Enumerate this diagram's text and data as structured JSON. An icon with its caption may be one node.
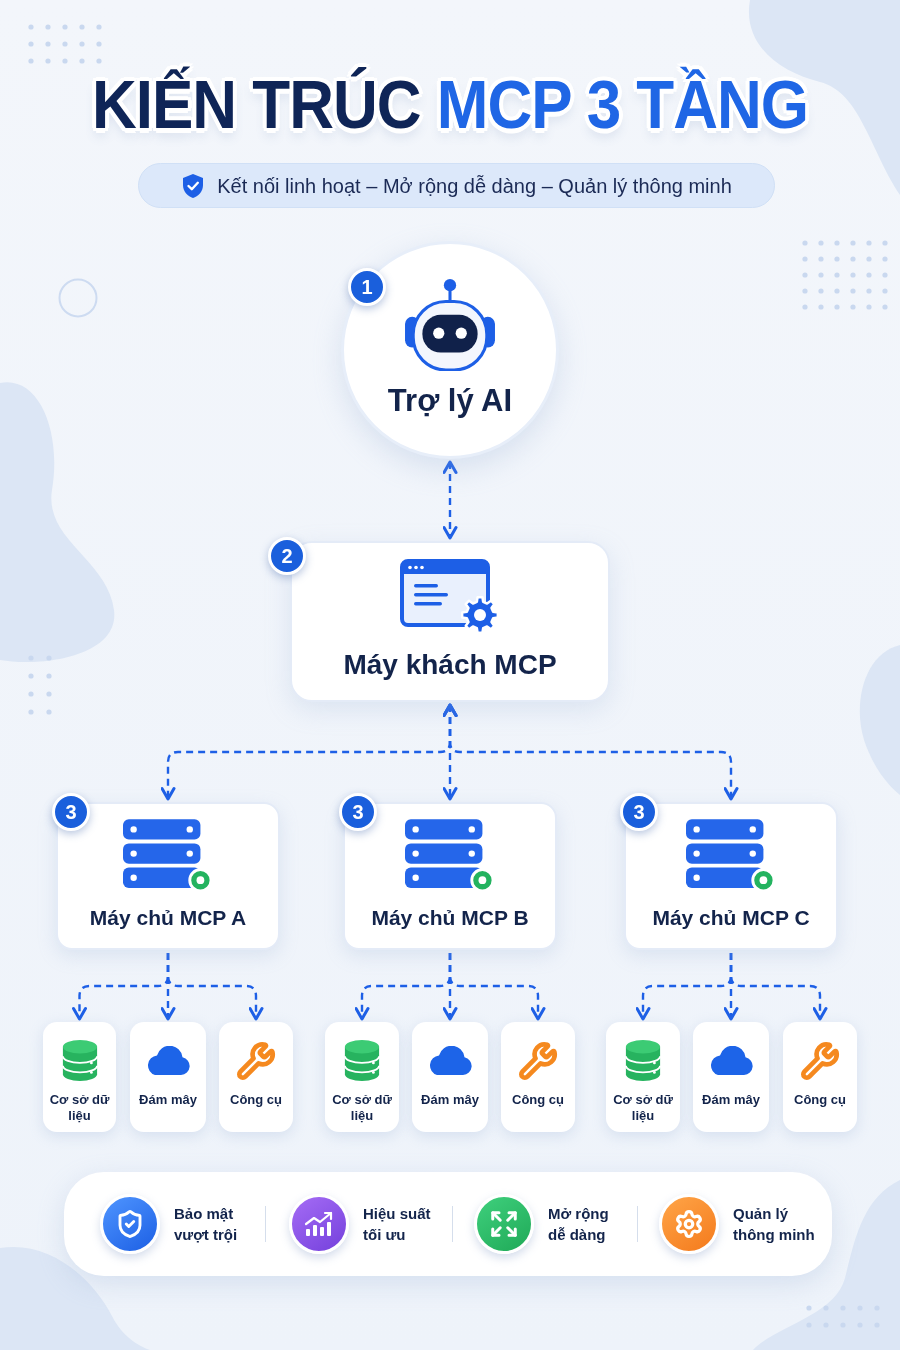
{
  "diagram": {
    "title": "KIẾN TRÚC MCP 3 TẦNG",
    "nodes": [
      {
        "text": [
          "Kết nối linh hoạt – Mở rộng dễ dàng – Quản lý thông minh"
        ]
      },
      {
        "text": [
          "1",
          "Trợ lý AI"
        ]
      },
      {
        "text": [
          "2",
          "Máy khách MCP"
        ]
      },
      {
        "text": [
          "3",
          "Máy chủ MCP A"
        ]
      },
      {
        "text": [
          "3",
          "Máy chủ MCP B"
        ]
      },
      {
        "text": [
          "3",
          "Máy chủ MCP C"
        ]
      },
      {
        "text": [
          "Cơ sở dữ liệu"
        ]
      },
      {
        "text": [
          "Đám mây"
        ]
      },
      {
        "text": [
          "Công cụ"
        ]
      },
      {
        "text": [
          "Cơ sở dữ liệu"
        ]
      },
      {
        "text": [
          "Đám mây"
        ]
      },
      {
        "text": [
          "Công cụ"
        ]
      },
      {
        "text": [
          "Cơ sở dữ liệu"
        ]
      },
      {
        "text": [
          "Đám mây"
        ]
      },
      {
        "text": [
          "Công cụ"
        ]
      },
      {
        "text": [
          "Bảo mật vượt trội",
          "Hiệu suất tối ưu",
          "Mở rộng dễ dàng",
          "Quản lý thông minh"
        ]
      }
    ],
    "edges": [
      {
        "from": 1,
        "to": 2,
        "arrow": "both",
        "style": "dashed"
      },
      {
        "from": 2,
        "to": 3,
        "arrow": "both",
        "style": "dashed"
      },
      {
        "from": 2,
        "to": 4,
        "arrow": "both",
        "style": "dashed"
      },
      {
        "from": 2,
        "to": 5,
        "arrow": "both",
        "style": "dashed"
      },
      {
        "from": 3,
        "to": 6,
        "arrow": "to",
        "style": "dashed"
      },
      {
        "from": 3,
        "to": 7,
        "arrow": "to",
        "style": "dashed"
      },
      {
        "from": 3,
        "to": 8,
        "arrow": "to",
        "style": "dashed"
      },
      {
        "from": 4,
        "to": 9,
        "arrow": "to",
        "style": "dashed"
      },
      {
        "from": 4,
        "to": 10,
        "arrow": "to",
        "style": "dashed"
      },
      {
        "from": 4,
        "to": 11,
        "arrow": "to",
        "style": "dashed"
      },
      {
        "from": 5,
        "to": 12,
        "arrow": "to",
        "style": "dashed"
      },
      {
        "from": 5,
        "to": 13,
        "arrow": "to",
        "style": "dashed"
      },
      {
        "from": 5,
        "to": 14,
        "arrow": "to",
        "style": "dashed"
      }
    ]
  }
}
